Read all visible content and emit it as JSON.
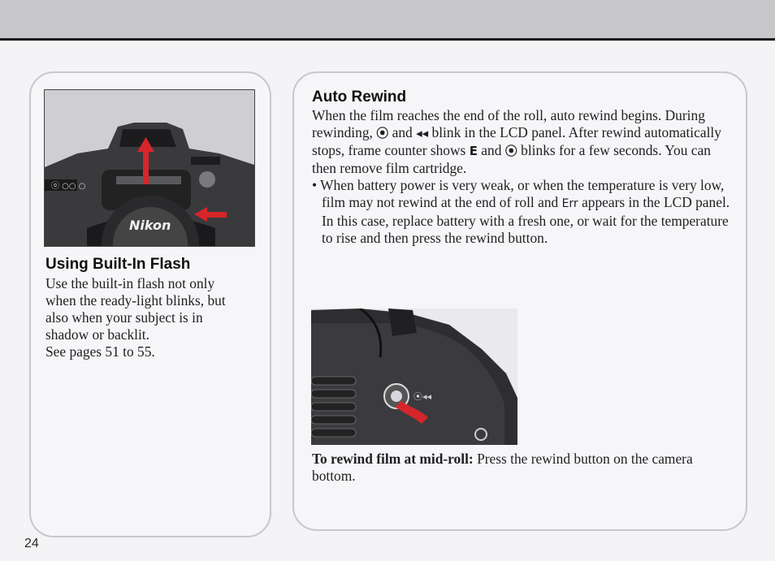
{
  "page_number": "24",
  "flash": {
    "heading": "Using Built-In Flash",
    "body_lines": [
      "Use the built-in flash not only",
      "when the ready-light blinks, but",
      "also when your subject is in",
      "shadow or backlit.",
      "See pages 51 to 55."
    ],
    "camera_brand": "Nikon"
  },
  "rewind": {
    "heading": "Auto Rewind",
    "p1_a": "When the film reaches the end of the roll, auto rewind begins. During rewinding,",
    "p1_b": "and",
    "p1_c": "blink in the LCD panel. After rewind automatically stops, frame counter shows",
    "p1_d": "and",
    "p1_e": "blinks for a few seconds. You can then remove film cartridge.",
    "sym_film": "⦿",
    "sym_rewind": "◂◂",
    "sym_e": "E",
    "bullet_a": "• When battery power is very weak, or when the temperature is very low, film may not rewind at the end of roll and",
    "sym_err": "Err",
    "bullet_b": "appears in the LCD panel. In this case, replace battery with a fresh one, or wait for the temperature to rise and then press the rewind button.",
    "midroll_label": "To rewind film at mid-roll:",
    "midroll_text": "Press the rewind button on the camera bottom."
  },
  "colors": {
    "arrow": "#d6262a",
    "panel_border": "#c8c8cc",
    "top_band": "#c7c7ca"
  }
}
